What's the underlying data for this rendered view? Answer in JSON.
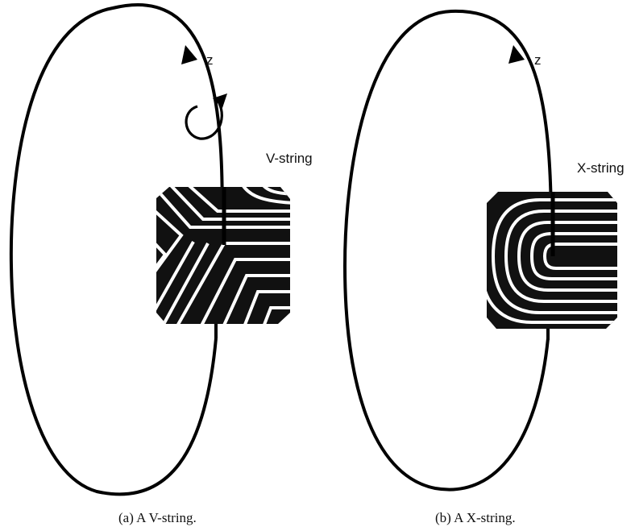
{
  "panel_a": {
    "axis_label": "z",
    "string_label": "V-string",
    "caption": "(a) A V-string."
  },
  "panel_b": {
    "axis_label": "z",
    "string_label": "X-string",
    "caption": "(b) A X-string."
  },
  "colors": {
    "ink": "#000000",
    "stripe": "#ffffff",
    "tile": "#111111"
  },
  "icons": [
    "loop-arrow-icon",
    "rotation-arrow-icon"
  ]
}
